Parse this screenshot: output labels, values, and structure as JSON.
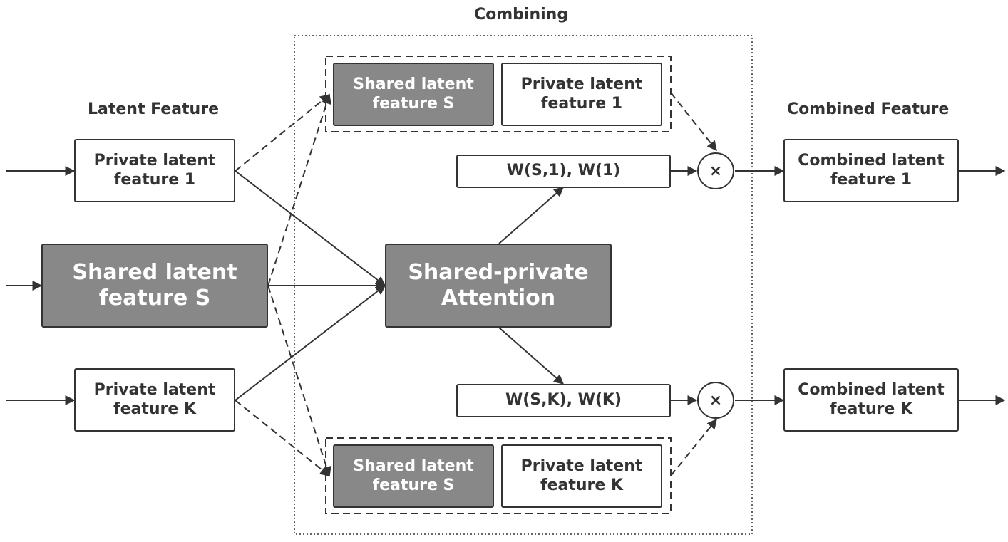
{
  "title": "Combining",
  "left_heading": "Latent Feature",
  "right_heading": "Combined Feature",
  "left_nodes": {
    "private_1": "Private latent\nfeature 1",
    "shared": "Shared latent\nfeature S",
    "private_k": "Private latent\nfeature K"
  },
  "combining": {
    "top_pair": {
      "shared": "Shared latent\nfeature S",
      "private": "Private latent\nfeature 1"
    },
    "bottom_pair": {
      "shared": "Shared latent\nfeature S",
      "private": "Private latent\nfeature K"
    },
    "attention": "Shared-private\nAttention",
    "weight_1": "W(S,1), W(1)",
    "weight_k": "W(S,K), W(K)",
    "multiply_symbol": "×"
  },
  "right_nodes": {
    "combined_1": "Combined latent\nfeature 1",
    "combined_k": "Combined latent\nfeature K"
  },
  "colors": {
    "stroke": "#333333",
    "shared_fill": "#888888",
    "node_fill": "#ffffff"
  }
}
